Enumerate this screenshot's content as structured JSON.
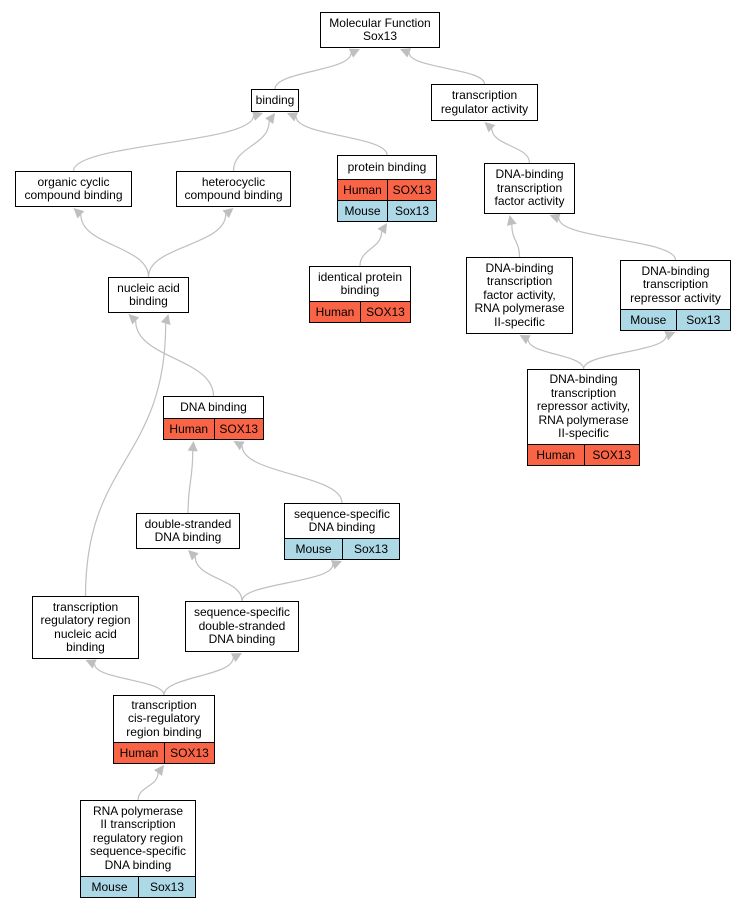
{
  "colors": {
    "human": "#fa6446",
    "mouse": "#add8e6",
    "edge": "#bfbfbf"
  },
  "nodes": [
    {
      "id": "mf",
      "lines": [
        "Molecular Function",
        "Sox13"
      ]
    },
    {
      "id": "binding",
      "lines": [
        "binding"
      ]
    },
    {
      "id": "tra",
      "lines": [
        "transcription",
        "regulator activity"
      ]
    },
    {
      "id": "occb",
      "lines": [
        "organic cyclic",
        "compound binding"
      ]
    },
    {
      "id": "hcb",
      "lines": [
        "heterocyclic",
        "compound binding"
      ]
    },
    {
      "id": "pb",
      "lines": [
        "protein binding"
      ],
      "rows": [
        {
          "species": "Human",
          "gene": "SOX13",
          "color": "human"
        },
        {
          "species": "Mouse",
          "gene": "Sox13",
          "color": "mouse"
        }
      ]
    },
    {
      "id": "dbtfa",
      "lines": [
        "DNA-binding",
        "transcription",
        "factor activity"
      ]
    },
    {
      "id": "ipb",
      "lines": [
        "identical protein",
        "binding"
      ],
      "rows": [
        {
          "species": "Human",
          "gene": "SOX13",
          "color": "human"
        }
      ]
    },
    {
      "id": "nab",
      "lines": [
        "nucleic acid",
        "binding"
      ]
    },
    {
      "id": "dbtfa2",
      "lines": [
        "DNA-binding",
        "transcription",
        "factor activity,",
        "RNA polymerase",
        "II-specific"
      ]
    },
    {
      "id": "dbtra",
      "lines": [
        "DNA-binding",
        "transcription",
        "repressor activity"
      ],
      "rows": [
        {
          "species": "Mouse",
          "gene": "Sox13",
          "color": "mouse"
        }
      ]
    },
    {
      "id": "dbtra2",
      "lines": [
        "DNA-binding",
        "transcription",
        "repressor activity,",
        "RNA polymerase",
        "II-specific"
      ],
      "rows": [
        {
          "species": "Human",
          "gene": "SOX13",
          "color": "human"
        }
      ]
    },
    {
      "id": "dnab",
      "lines": [
        "DNA binding"
      ],
      "rows": [
        {
          "species": "Human",
          "gene": "SOX13",
          "color": "human"
        }
      ]
    },
    {
      "id": "dsdb",
      "lines": [
        "double-stranded",
        "DNA binding"
      ]
    },
    {
      "id": "ssdb",
      "lines": [
        "sequence-specific",
        "DNA binding"
      ],
      "rows": [
        {
          "species": "Mouse",
          "gene": "Sox13",
          "color": "mouse"
        }
      ]
    },
    {
      "id": "trrnab",
      "lines": [
        "transcription",
        "regulatory region",
        "nucleic acid",
        "binding"
      ]
    },
    {
      "id": "ssdsdb",
      "lines": [
        "sequence-specific",
        "double-stranded",
        "DNA binding"
      ]
    },
    {
      "id": "tcrrb",
      "lines": [
        "transcription",
        "cis-regulatory",
        "region binding"
      ],
      "rows": [
        {
          "species": "Human",
          "gene": "SOX13",
          "color": "human"
        }
      ]
    },
    {
      "id": "rnap",
      "lines": [
        "RNA polymerase",
        "II transcription",
        "regulatory region",
        "sequence-specific",
        "DNA binding"
      ],
      "rows": [
        {
          "species": "Mouse",
          "gene": "Sox13",
          "color": "mouse"
        }
      ]
    }
  ],
  "edges": [
    {
      "from": "binding",
      "to": "mf"
    },
    {
      "from": "tra",
      "to": "mf"
    },
    {
      "from": "occb",
      "to": "binding"
    },
    {
      "from": "hcb",
      "to": "binding"
    },
    {
      "from": "pb",
      "to": "binding"
    },
    {
      "from": "dbtfa",
      "to": "tra"
    },
    {
      "from": "ipb",
      "to": "pb"
    },
    {
      "from": "nab",
      "to": "occb"
    },
    {
      "from": "nab",
      "to": "hcb"
    },
    {
      "from": "dbtfa2",
      "to": "dbtfa"
    },
    {
      "from": "dbtra",
      "to": "dbtfa"
    },
    {
      "from": "dbtra2",
      "to": "dbtfa2"
    },
    {
      "from": "dbtra2",
      "to": "dbtra"
    },
    {
      "from": "dnab",
      "to": "nab"
    },
    {
      "from": "trrnab",
      "to": "nab"
    },
    {
      "from": "dsdb",
      "to": "dnab"
    },
    {
      "from": "ssdb",
      "to": "dnab"
    },
    {
      "from": "ssdsdb",
      "to": "dsdb"
    },
    {
      "from": "ssdsdb",
      "to": "ssdb"
    },
    {
      "from": "tcrrb",
      "to": "trrnab"
    },
    {
      "from": "tcrrb",
      "to": "ssdsdb"
    },
    {
      "from": "rnap",
      "to": "tcrrb"
    }
  ]
}
